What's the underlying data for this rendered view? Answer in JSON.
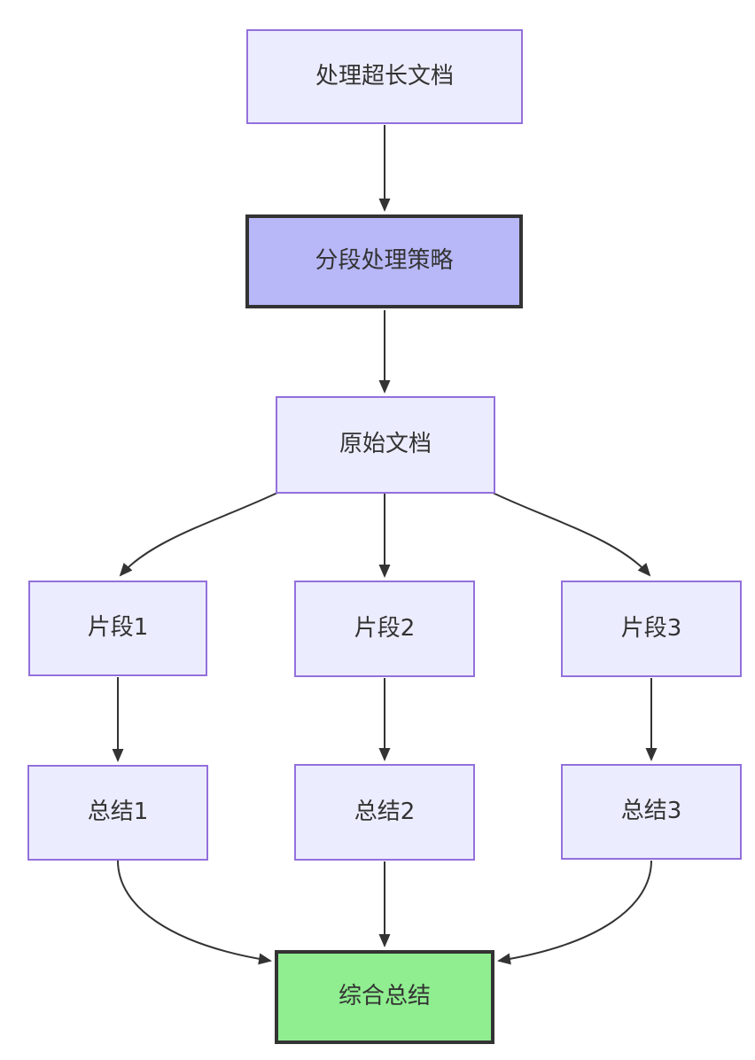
{
  "diagram": {
    "type": "flowchart",
    "direction": "top-down",
    "background": "#ffffff",
    "edge_color": "#333333",
    "text_color": "#333333",
    "nodes": {
      "doc": {
        "label": "处理超长文档",
        "fill": "#ECECFF",
        "border": "#9370DB"
      },
      "strategy": {
        "label": "分段处理策略",
        "fill": "#B8B8F8",
        "border": "#333333"
      },
      "original": {
        "label": "原始文档",
        "fill": "#ECECFF",
        "border": "#9370DB"
      },
      "frag1": {
        "label": "片段1",
        "fill": "#ECECFF",
        "border": "#9370DB"
      },
      "frag2": {
        "label": "片段2",
        "fill": "#ECECFF",
        "border": "#9370DB"
      },
      "frag3": {
        "label": "片段3",
        "fill": "#ECECFF",
        "border": "#9370DB"
      },
      "sum1": {
        "label": "总结1",
        "fill": "#ECECFF",
        "border": "#9370DB"
      },
      "sum2": {
        "label": "总结2",
        "fill": "#ECECFF",
        "border": "#9370DB"
      },
      "sum3": {
        "label": "总结3",
        "fill": "#ECECFF",
        "border": "#9370DB"
      },
      "final": {
        "label": "综合总结",
        "fill": "#90EE90",
        "border": "#333333"
      }
    },
    "edges": [
      {
        "from": "doc",
        "to": "strategy"
      },
      {
        "from": "strategy",
        "to": "original"
      },
      {
        "from": "original",
        "to": "frag1"
      },
      {
        "from": "original",
        "to": "frag2"
      },
      {
        "from": "original",
        "to": "frag3"
      },
      {
        "from": "frag1",
        "to": "sum1"
      },
      {
        "from": "frag2",
        "to": "sum2"
      },
      {
        "from": "frag3",
        "to": "sum3"
      },
      {
        "from": "sum1",
        "to": "final"
      },
      {
        "from": "sum2",
        "to": "final"
      },
      {
        "from": "sum3",
        "to": "final"
      }
    ]
  }
}
